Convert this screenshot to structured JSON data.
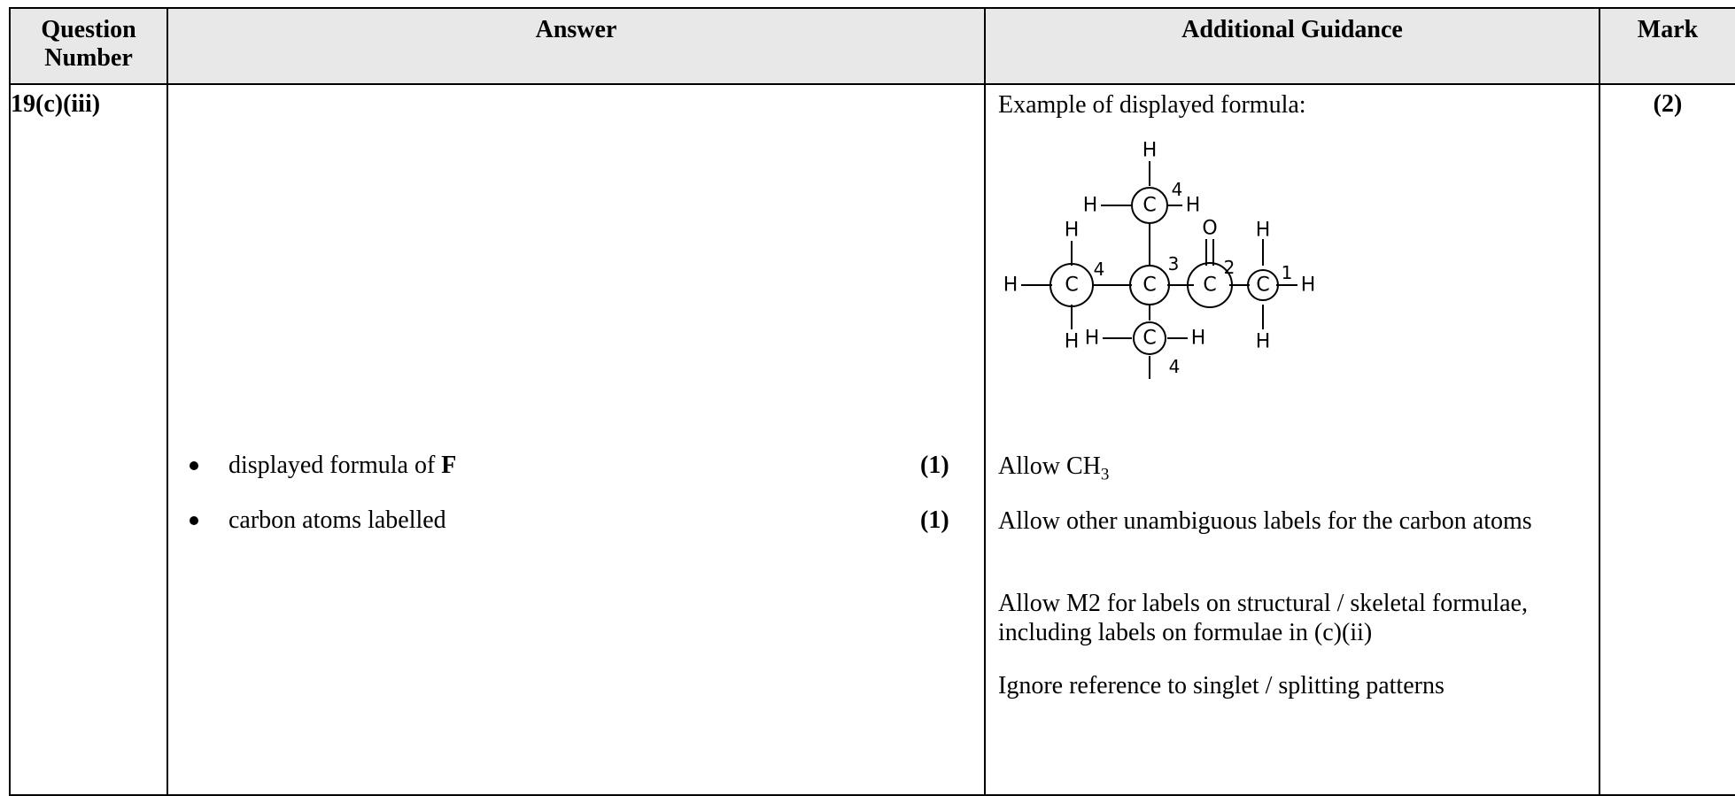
{
  "headers": {
    "question_number": "Question Number",
    "answer": "Answer",
    "guidance": "Additional Guidance",
    "mark": "Mark"
  },
  "row": {
    "question_number": "19(c)(iii)",
    "answers": [
      {
        "text": "displayed formula of ",
        "bold": "F",
        "mark": "(1)"
      },
      {
        "text": "carbon atoms labelled",
        "bold": "",
        "mark": "(1)"
      }
    ],
    "guidance": {
      "example_label": "Example of displayed formula:",
      "allow_ch3_prefix": "Allow CH",
      "allow_ch3_sub": "3",
      "allow_labels": "Allow other unambiguous labels for the carbon atoms",
      "allow_m2": "Allow M2 for labels on structural / skeletal formulae, including labels on formulae in (c)(ii)",
      "ignore": "Ignore reference to singlet / splitting patterns"
    },
    "mark": "(2)"
  },
  "diagram": {
    "atoms": {
      "carbon": "C",
      "hydrogen": "H",
      "oxygen": "O"
    },
    "labels": {
      "l1": "1",
      "l2": "2",
      "l3": "3",
      "l4": "4"
    }
  }
}
